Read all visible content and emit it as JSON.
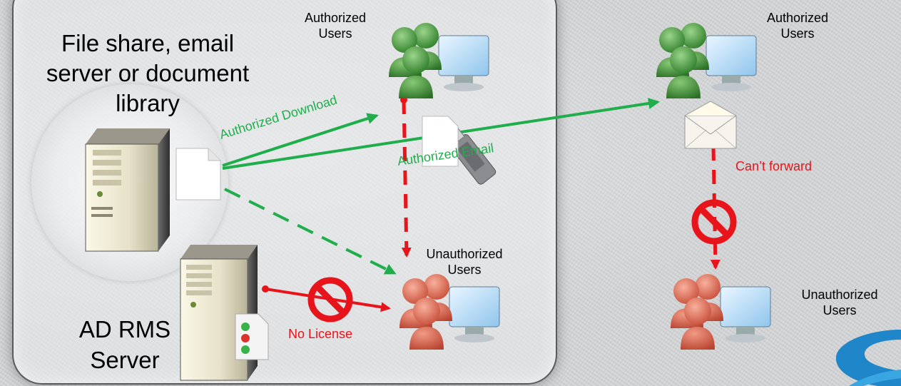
{
  "labels": {
    "file_share": "File share, email server or document library",
    "adrms": "AD RMS Server",
    "authorized_users_1": "Authorized Users",
    "authorized_users_2": "Authorized Users",
    "unauthorized_users_1": "Unauthorized Users",
    "unauthorized_users_2": "Unauthorized Users",
    "authorized_download": "Authorized Download",
    "authorized_email": "Authorized Email",
    "cant_forward": "Can’t forward",
    "no_license": "No License"
  },
  "colors": {
    "authorized_arrow": "#1fae4b",
    "denied_arrow": "#e8141c",
    "authorized_users": "#4a9e3f",
    "unauthorized_users": "#e0735c",
    "prohibited_sign": "#e8141c"
  },
  "icons": [
    "server-icon",
    "document-icon",
    "usb-drive-icon",
    "envelope-icon",
    "prohibited-icon",
    "authorized-users-icon",
    "unauthorized-users-icon",
    "license-document-icon"
  ]
}
